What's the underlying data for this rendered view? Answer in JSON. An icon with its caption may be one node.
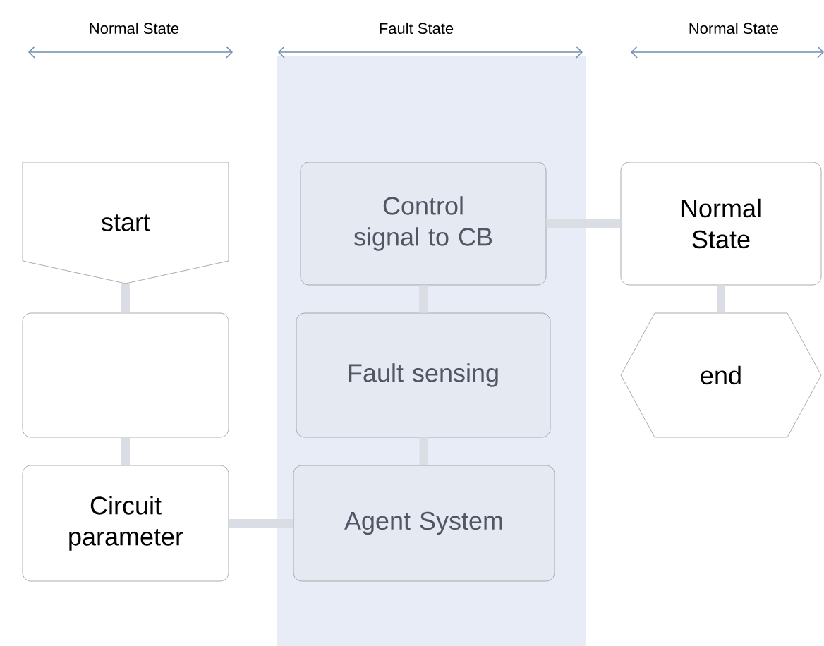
{
  "diagram": {
    "nodes": [
      {
        "text": [
          "start"
        ]
      },
      {
        "text": [],
        "shape": "box"
      },
      {
        "text": [
          "Circuit parameter"
        ]
      },
      {
        "text": [
          "Control signal to CB"
        ]
      },
      {
        "text": [
          "Fault sensing"
        ]
      },
      {
        "text": [
          "Agent System"
        ]
      },
      {
        "text": [
          "Normal State"
        ]
      },
      {
        "text": [
          "end"
        ]
      }
    ],
    "edges": [
      {
        "from": 0,
        "to": 1,
        "arrow": "none"
      },
      {
        "from": 1,
        "to": 2,
        "arrow": "none"
      },
      {
        "from": 2,
        "to": 5,
        "arrow": "none"
      },
      {
        "from": 5,
        "to": 4,
        "arrow": "none"
      },
      {
        "from": 4,
        "to": 3,
        "arrow": "none"
      },
      {
        "from": 3,
        "to": 6,
        "arrow": "none"
      },
      {
        "from": 6,
        "to": 7,
        "arrow": "none"
      }
    ],
    "labels": [
      "Normal State",
      "Fault State",
      "Normal State"
    ]
  }
}
